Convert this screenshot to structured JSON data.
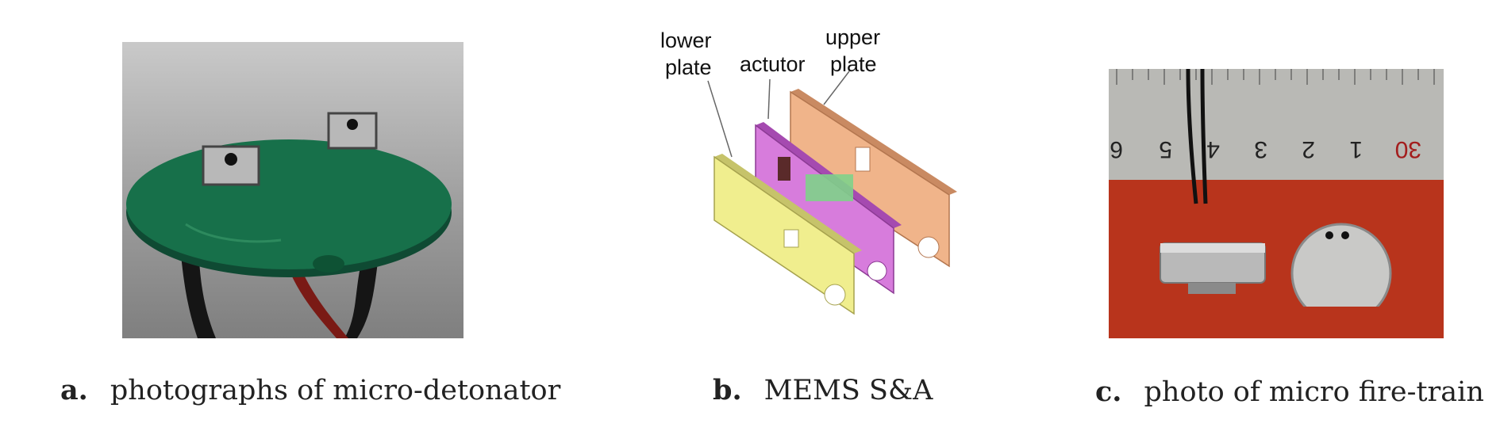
{
  "figure": {
    "panels": [
      {
        "letter": "a.",
        "caption": "photographs of micro-detonator"
      },
      {
        "letter": "b.",
        "caption": "MEMS S&A"
      },
      {
        "letter": "c.",
        "caption": "photo of micro fire-train"
      }
    ],
    "diagram_labels": {
      "lower_line1": "lower",
      "lower_line2": "plate",
      "actuator": "actutor",
      "upper_line1": "upper",
      "upper_line2": "plate"
    },
    "ruler_numbers": [
      "6",
      "5",
      "4",
      "3",
      "2",
      "1",
      "30"
    ]
  }
}
